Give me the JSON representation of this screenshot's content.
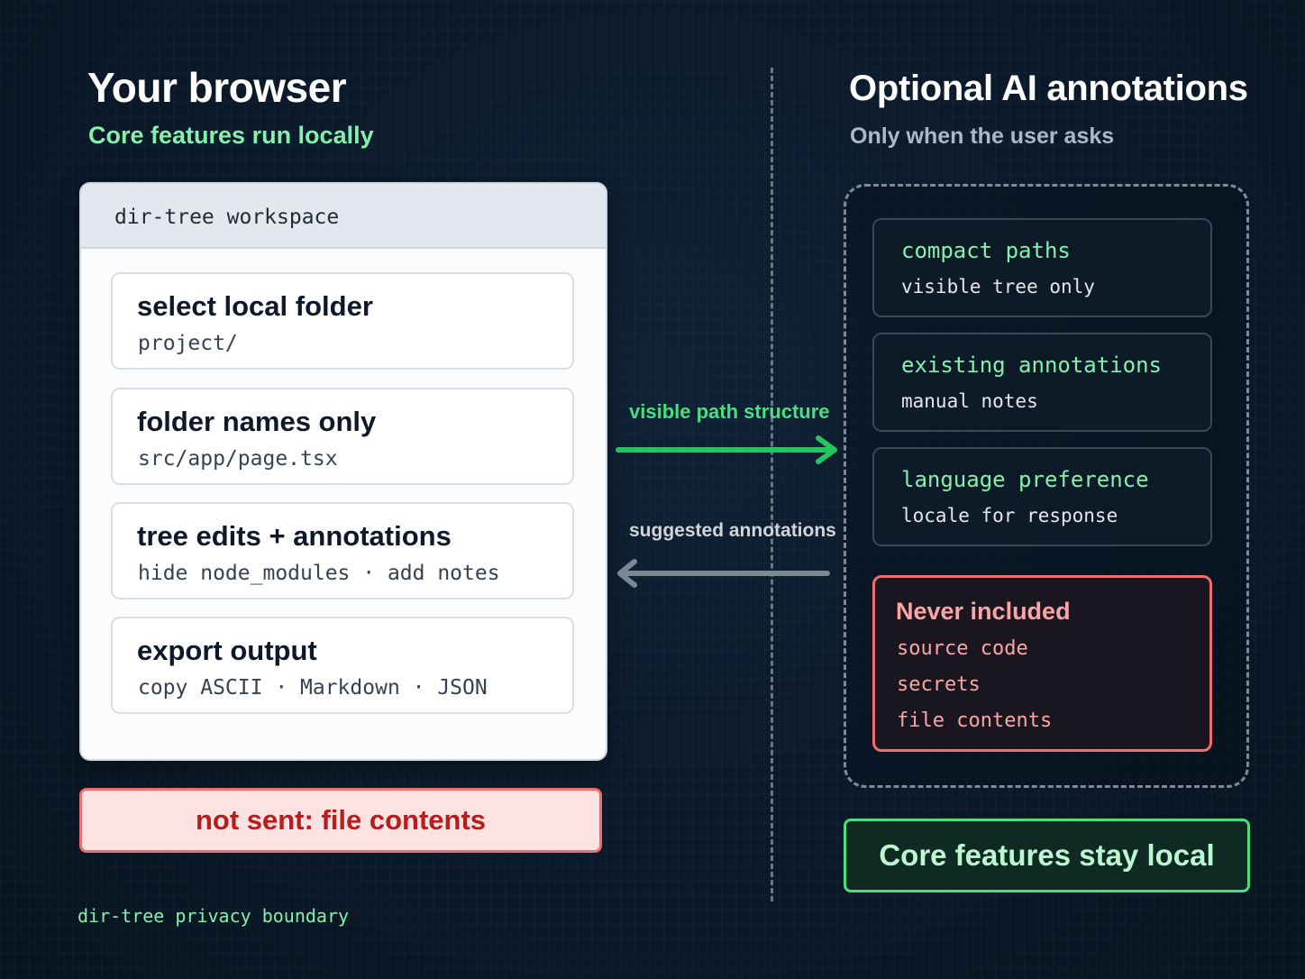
{
  "left": {
    "title": "Your browser",
    "subtitle": "Core features run locally",
    "workspace": {
      "title": "dir-tree workspace",
      "steps": [
        {
          "title": "select local folder",
          "detail": "project/"
        },
        {
          "title": "folder names only",
          "detail": "src/app/page.tsx"
        },
        {
          "title": "tree edits + annotations",
          "detail": "hide node_modules · add notes"
        },
        {
          "title": "export output",
          "detail": "copy ASCII · Markdown · JSON"
        }
      ]
    },
    "not_sent": "not sent: file contents",
    "footer": "dir-tree privacy boundary"
  },
  "arrows": {
    "to_ai": "visible path structure",
    "from_ai": "suggested annotations",
    "to_ai_color": "#22c55e",
    "from_ai_color": "#7c8794"
  },
  "right": {
    "title": "Optional AI annotations",
    "subtitle": "Only when the user asks",
    "cards": [
      {
        "title": "compact paths",
        "detail": "visible tree only"
      },
      {
        "title": "existing annotations",
        "detail": "manual notes"
      },
      {
        "title": "language preference",
        "detail": "locale for response"
      }
    ],
    "never": {
      "title": "Never included",
      "items": [
        "source code",
        "secrets",
        "file contents"
      ]
    },
    "core_local": "Core features stay local"
  },
  "colors": {
    "background": "#0b1a2a",
    "accent_green": "#4ade80",
    "danger_red": "#ef4444"
  }
}
